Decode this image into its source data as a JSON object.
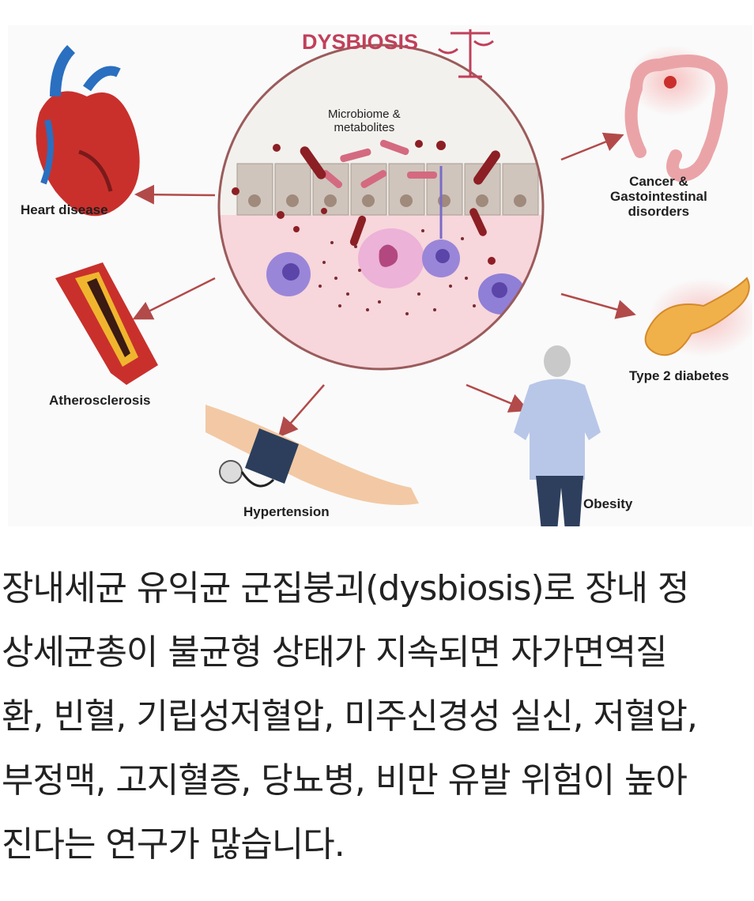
{
  "diagram": {
    "title": "DYSBIOSIS",
    "center_label_line1": "Microbiome &",
    "center_label_line2": "metabolites",
    "labels": {
      "heart": "Heart disease",
      "athero": "Atherosclerosis",
      "hypertension": "Hypertension",
      "obesity": "Obesity",
      "diabetes": "Type 2 diabetes",
      "cancer_line1": "Cancer &",
      "cancer_line2": "Gastointestinal",
      "cancer_line3": "disorders"
    },
    "colors": {
      "accent": "#c0405a",
      "arrow": "#b24a4a",
      "circle_border": "#9b5b5b"
    }
  },
  "caption": {
    "line1": "장내세균 유익균 군집붕괴(dysbiosis)로 장내 정",
    "line2": "상세균총이 불균형 상태가 지속되면 자가면역질",
    "line3": "환, 빈혈, 기립성저혈압, 미주신경성 실신, 저혈압,",
    "line4": "부정맥, 고지혈증, 당뇨병, 비만 유발 위험이 높아",
    "line5": "진다는 연구가 많습니다."
  }
}
